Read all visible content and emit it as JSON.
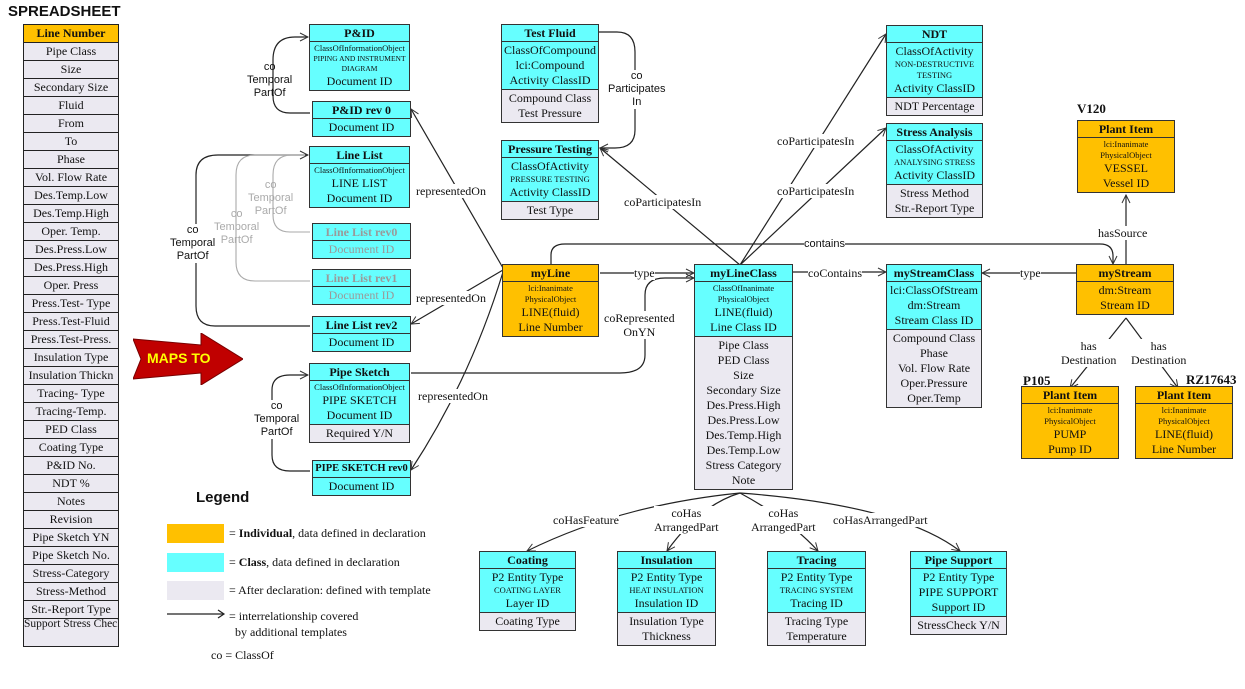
{
  "spreadsheet": {
    "title": "SPREADSHEET",
    "columns": [
      "Line Number",
      "Pipe Class",
      "Size",
      "Secondary Size",
      "Fluid",
      "From",
      "To",
      "Phase",
      "Vol. Flow Rate",
      "Des.Temp.Low",
      "Des.Temp.High",
      "Oper. Temp.",
      "Des.Press.Low",
      "Des.Press.High",
      "Oper. Press",
      "Press.Test- Type",
      "Press.Test-Fluid",
      "Press.Test-Press.",
      "Insulation Type",
      "Insulation Thickn",
      "Tracing- Type",
      "Tracing-Temp.",
      "PED Class",
      "Coating Type",
      "P&ID No.",
      "NDT %",
      "Notes",
      "Revision",
      "Pipe Sketch YN",
      "Pipe Sketch No.",
      "Stress-Category",
      "Stress-Method",
      "Str.-Report Type",
      "Support Stress Check YN"
    ]
  },
  "maps_to": "MAPS TO",
  "colors": {
    "individual": "#ffc000",
    "class": "#66ffff",
    "template": "#ebe9f1",
    "arrow": "#c00000",
    "arrow_text": "#ffff00"
  },
  "boxes": {
    "pid": {
      "title": "P&ID",
      "cls": [
        "ClassOfInformationObject",
        "PIPING AND INSTRUMENT",
        "DIAGRAM",
        "Document ID"
      ]
    },
    "pid_rev0": {
      "title": "P&ID rev 0",
      "cls": [
        "Document ID"
      ]
    },
    "linelist": {
      "title": "Line List",
      "cls": [
        "ClassOfInformationObject",
        "LINE LIST",
        "Document ID"
      ]
    },
    "linelist_rev0": {
      "title": "Line List rev0",
      "cls": [
        "Document ID"
      ]
    },
    "linelist_rev1": {
      "title": "Line List rev1",
      "cls": [
        "Document ID"
      ]
    },
    "linelist_rev2": {
      "title": "Line List rev2",
      "cls": [
        "Document ID"
      ]
    },
    "pipesketch": {
      "title": "Pipe Sketch",
      "cls": [
        "ClassOfInformationObject",
        "PIPE SKETCH",
        "Document ID"
      ],
      "tpl": [
        "Required Y/N"
      ]
    },
    "pipesketch_rev0": {
      "title": "PIPE SKETCH rev0",
      "cls": [
        "Document ID"
      ]
    },
    "testfluid": {
      "title": "Test Fluid",
      "cls": [
        "ClassOfCompound",
        "lci:Compound",
        "Activity ClassID"
      ],
      "tpl": [
        "Compound Class",
        "Test Pressure"
      ]
    },
    "pressuretesting": {
      "title": "Pressure Testing",
      "cls": [
        "ClassOfActivity",
        "PRESSURE TESTING",
        "Activity ClassID"
      ],
      "tpl": [
        "Test Type"
      ]
    },
    "ndt": {
      "title": "NDT",
      "cls": [
        "ClassOfActivity",
        "NON-DESTRUCTIVE",
        "TESTING",
        "Activity ClassID"
      ],
      "tpl": [
        "NDT Percentage"
      ]
    },
    "stress": {
      "title": "Stress Analysis",
      "cls": [
        "ClassOfActivity",
        "ANALYSING STRESS",
        "Activity ClassID"
      ],
      "tpl": [
        "Stress Method",
        "Str.-Report Type"
      ]
    },
    "myline": {
      "title": "myLine",
      "ind": [
        "lci:Inanimate",
        "PhysicalObject",
        "LINE(fluid)",
        "Line Number"
      ]
    },
    "mylineclass": {
      "title": "myLineClass",
      "cls": [
        "ClassOfInanimate",
        "PhysicalObject",
        "LINE(fluid)",
        "Line Class ID"
      ],
      "tpl": [
        "Pipe Class",
        "PED Class",
        "Size",
        "Secondary Size",
        "Des.Press.High",
        "Des.Press.Low",
        "Des.Temp.High",
        "Des.Temp.Low",
        "Stress Category",
        "Note"
      ]
    },
    "mystreamclass": {
      "title": "myStreamClass",
      "cls": [
        "lci:ClassOfStream",
        "dm:Stream",
        "Stream Class ID"
      ],
      "tpl": [
        "Compound Class",
        "Phase",
        "Vol. Flow Rate",
        "Oper.Pressure",
        "Oper.Temp"
      ]
    },
    "mystream": {
      "title": "myStream",
      "ind": [
        "dm:Stream",
        "Stream ID"
      ]
    },
    "vessel": {
      "tag": "V120",
      "title": "Plant Item",
      "ind": [
        "lci:Inanimate",
        "PhysicalObject",
        "VESSEL",
        "Vessel ID"
      ]
    },
    "pump": {
      "tag": "P105",
      "title": "Plant Item",
      "ind": [
        "lci:Inanimate",
        "PhysicalObject",
        "PUMP",
        "Pump ID"
      ]
    },
    "lineitem": {
      "tag": "RZ17643",
      "title": "Plant Item",
      "ind": [
        "lci:Inanimate",
        "PhysicalObject",
        "LINE(fluid)",
        "Line Number"
      ]
    },
    "coating": {
      "title": "Coating",
      "cls": [
        "P2 Entity Type",
        "COATING LAYER",
        "Layer ID"
      ],
      "tpl": [
        "Coating Type"
      ]
    },
    "insulation": {
      "title": "Insulation",
      "cls": [
        "P2 Entity Type",
        "HEAT INSULATION",
        "Insulation ID"
      ],
      "tpl": [
        "Insulation Type",
        "Thickness"
      ]
    },
    "tracing": {
      "title": "Tracing",
      "cls": [
        "P2 Entity Type",
        "TRACING SYSTEM",
        "Tracing ID"
      ],
      "tpl": [
        "Tracing Type",
        "Temperature"
      ]
    },
    "pipesupport": {
      "title": "Pipe Support",
      "cls": [
        "P2 Entity Type",
        "PIPE SUPPORT",
        "Support ID"
      ],
      "tpl": [
        "StressCheck Y/N"
      ]
    }
  },
  "relations": {
    "co": "co",
    "temporal": "Temporal",
    "partof": "PartOf",
    "participates": "Participates",
    "in": "In",
    "representedOn": "representedOn",
    "coParticipatesIn": "coParticipatesIn",
    "type": "type",
    "contains": "contains",
    "coContains": "coContains",
    "coRepresented": "coRepresented",
    "onYN": "OnYN",
    "hasSource": "hasSource",
    "has": "has",
    "destination": "Destination",
    "coHasFeature": "coHasFeature",
    "coHas": "coHas",
    "arrangedPart": "ArrangedPart",
    "coHasArrangedPart": "coHasArrangedPart"
  },
  "legend": {
    "title": "Legend",
    "individual_bold": "Individual",
    "individual_rest": ", data defined in declaration",
    "class_bold": "Class",
    "class_rest": ", data defined in declaration",
    "template": "= After declaration: defined with template",
    "arrow_line1": "= interrelationship covered",
    "arrow_line2": "by additional templates",
    "co": "co = ClassOf"
  }
}
